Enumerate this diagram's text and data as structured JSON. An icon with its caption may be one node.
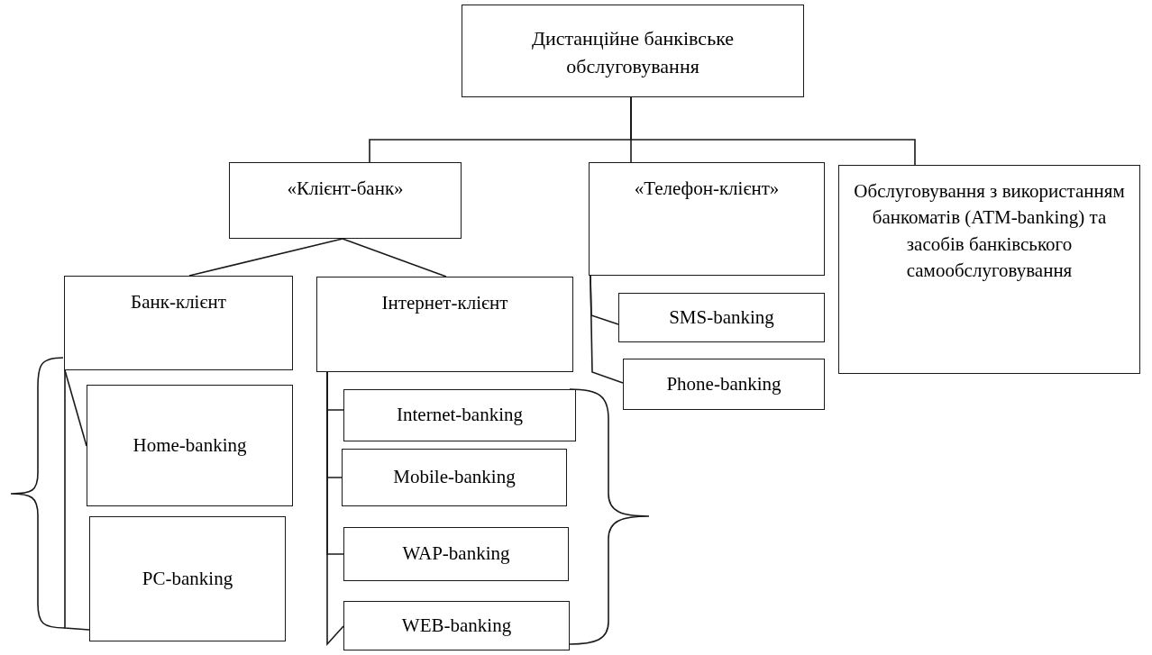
{
  "diagram": {
    "nodes": [
      {
        "text": [
          "Дистанційне банківське обслуговування"
        ]
      },
      {
        "text": [
          "«Клієнт-банк»"
        ]
      },
      {
        "text": [
          "«Телефон-клієнт»"
        ]
      },
      {
        "text": [
          "Обслуговування з використанням банкоматів (ATM-banking) та засобів банківського самообслуговування"
        ]
      },
      {
        "text": [
          "Банк-клієнт"
        ]
      },
      {
        "text": [
          "Інтернет-клієнт"
        ]
      },
      {
        "text": [
          "Home-banking"
        ]
      },
      {
        "text": [
          "PC-banking"
        ]
      },
      {
        "text": [
          "Internet-banking"
        ]
      },
      {
        "text": [
          "Mobile-banking"
        ]
      },
      {
        "text": [
          "WAP-banking"
        ]
      },
      {
        "text": [
          "WEB-banking"
        ]
      },
      {
        "text": [
          "SMS-banking"
        ]
      },
      {
        "text": [
          "Phone-banking"
        ]
      }
    ],
    "edges": [
      {
        "from": 0,
        "to": 1,
        "arrow": "none"
      },
      {
        "from": 0,
        "to": 2,
        "arrow": "none"
      },
      {
        "from": 0,
        "to": 3,
        "arrow": "none"
      },
      {
        "from": 1,
        "to": 4,
        "arrow": "none"
      },
      {
        "from": 1,
        "to": 5,
        "arrow": "none"
      },
      {
        "from": 4,
        "to": 6,
        "arrow": "none"
      },
      {
        "from": 4,
        "to": 7,
        "arrow": "none"
      },
      {
        "from": 5,
        "to": 8,
        "arrow": "none"
      },
      {
        "from": 5,
        "to": 9,
        "arrow": "none"
      },
      {
        "from": 5,
        "to": 10,
        "arrow": "none"
      },
      {
        "from": 5,
        "to": 11,
        "arrow": "none"
      },
      {
        "from": 2,
        "to": 12,
        "arrow": "none"
      },
      {
        "from": 2,
        "to": 13,
        "arrow": "none"
      }
    ]
  }
}
